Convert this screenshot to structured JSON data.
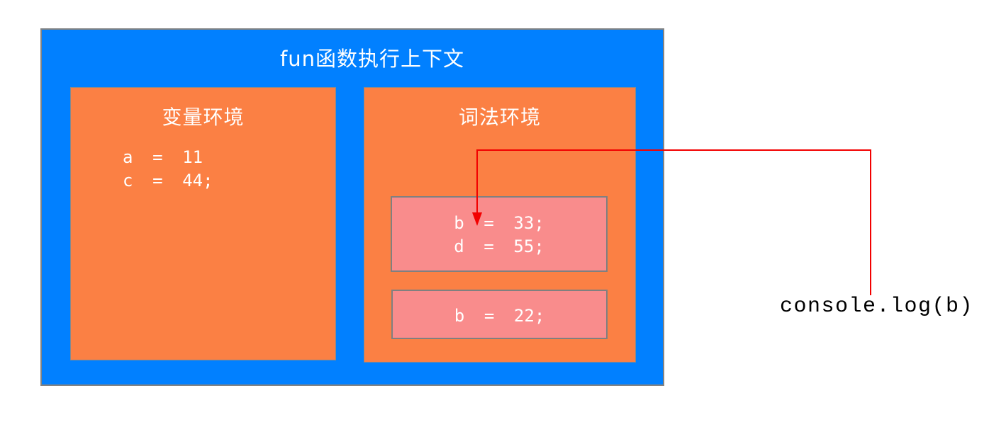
{
  "diagram": {
    "title": "fun函数执行上下文",
    "variable_env": {
      "title": "变量环境",
      "lines": [
        "a = 11",
        "c = 44;"
      ]
    },
    "lexical_env": {
      "title": "词法环境",
      "blocks": [
        {
          "lines": [
            "b = 33;",
            "d = 55;"
          ]
        },
        {
          "lines": [
            "b = 22;"
          ]
        }
      ]
    },
    "annotation": {
      "code": "console.log(b)"
    },
    "colors": {
      "container_blue": "#0180FF",
      "env_orange": "#FB8044",
      "block_pink": "#F98C8C",
      "border_gray": "#828282",
      "arrow_red": "#F20000",
      "title_text": "#FFFFFF",
      "code_text": "#FFFFFF",
      "annotation_text": "#000000"
    }
  }
}
